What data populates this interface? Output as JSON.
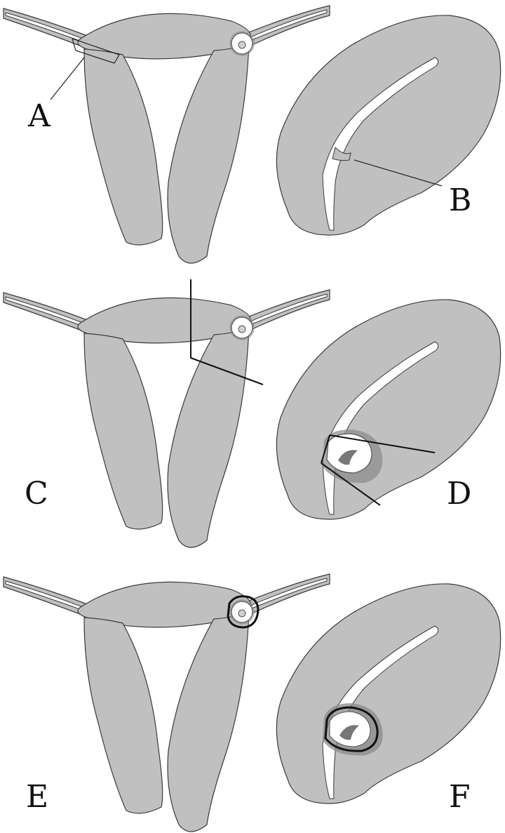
{
  "panels": [
    {
      "id": "A",
      "label": "A"
    },
    {
      "id": "B",
      "label": "B"
    },
    {
      "id": "C",
      "label": "C"
    },
    {
      "id": "D",
      "label": "D"
    },
    {
      "id": "E",
      "label": "E"
    },
    {
      "id": "F",
      "label": "F"
    }
  ],
  "colors": {
    "tissue": "#c0c0c0",
    "outline": "#3a3a3a",
    "lumen": "#ffffff",
    "lesion_fringe": "#8a8a8a",
    "incision": "#111111"
  }
}
